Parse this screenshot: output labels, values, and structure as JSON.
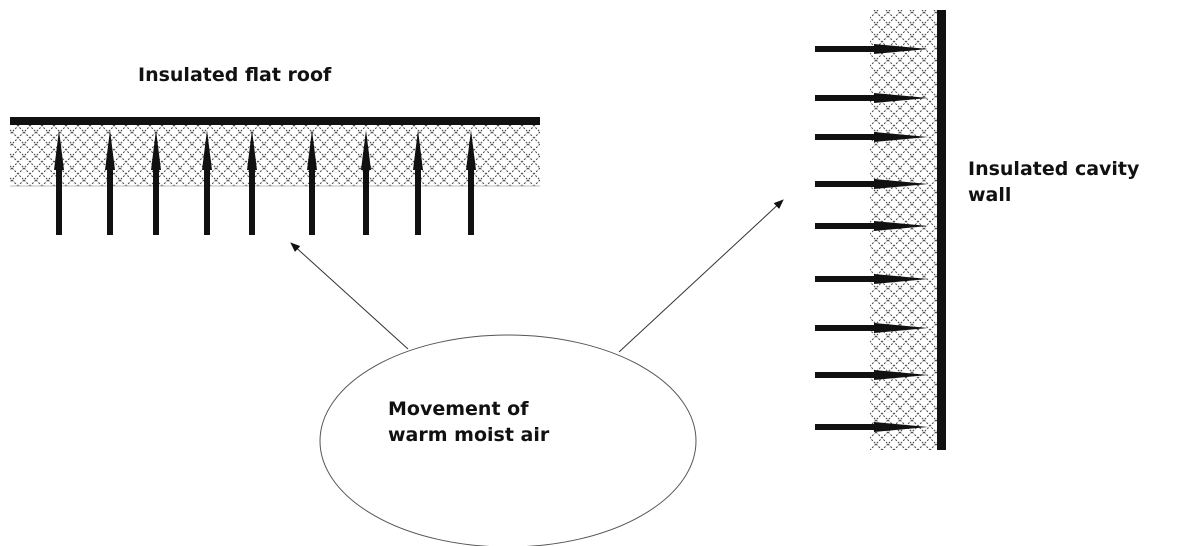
{
  "labels": {
    "roof": "Insulated flat roof",
    "wall": "Insulated cavity wall",
    "bubble_line1": "Movement of",
    "bubble_line2": "warm moist air"
  },
  "colors": {
    "ink": "#111111",
    "background": "#ffffff",
    "insulation_pattern": "#444444"
  }
}
